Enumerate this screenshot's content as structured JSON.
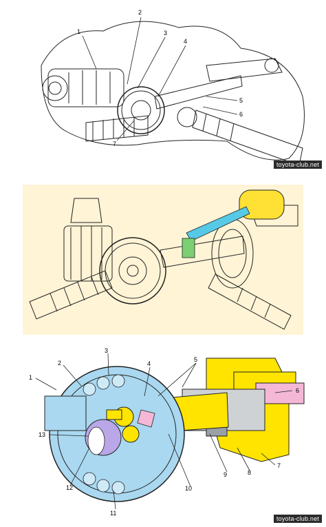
{
  "figure_1": {
    "callouts": [
      "1",
      "2",
      "3",
      "4",
      "5",
      "6",
      "7"
    ],
    "watermark": "toyota-club.net"
  },
  "figure_2": {
    "background_color": "#fff4d6",
    "highlight_colors": {
      "yellow": "#ffe135",
      "cyan": "#55c9e6",
      "green": "#7ccf72"
    }
  },
  "figure_3": {
    "callouts": [
      "1",
      "2",
      "3",
      "4",
      "5",
      "6",
      "7",
      "8",
      "9",
      "10",
      "11",
      "12",
      "13"
    ],
    "watermark": "toyota-club.net",
    "colors": {
      "housing": "#a9d8f0",
      "gears": "#ffe400",
      "pink": "#f4b8d6",
      "violet": "#b9a7e8",
      "grey": "#9aa0a6"
    }
  }
}
